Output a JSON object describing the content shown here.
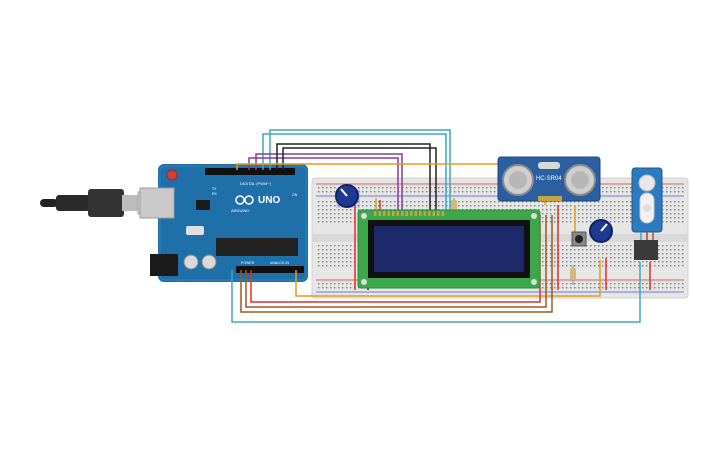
{
  "arduino": {
    "brand": "ARDUINO",
    "model": "UNO",
    "header_digital": "DIGITAL (PWM~)",
    "header_power": "POWER",
    "header_analog": "ANALOG IN",
    "tx_label": "TX",
    "rx_label": "RX",
    "on_label": "ON"
  },
  "sensor": {
    "label": "HC-SR04"
  },
  "colors": {
    "arduino_board": "#1f6fa8",
    "breadboard": "#e6e6e6",
    "lcd_pcb": "#3ca84a",
    "lcd_screen": "#1c2a6b",
    "sensor_board": "#2a5fa0",
    "servo_body": "#2c7ac0",
    "wire_teal": "#3aa8bf",
    "wire_purple": "#8a3a9c",
    "wire_orange": "#e89a1c",
    "wire_brown": "#9a5a22",
    "wire_red": "#d8332a",
    "wire_black": "#222222"
  },
  "components": [
    "usb-cable",
    "arduino-uno",
    "breadboard",
    "potentiometer",
    "lcd-16x2",
    "hc-sr04-sensor",
    "push-button",
    "servo-motor"
  ]
}
